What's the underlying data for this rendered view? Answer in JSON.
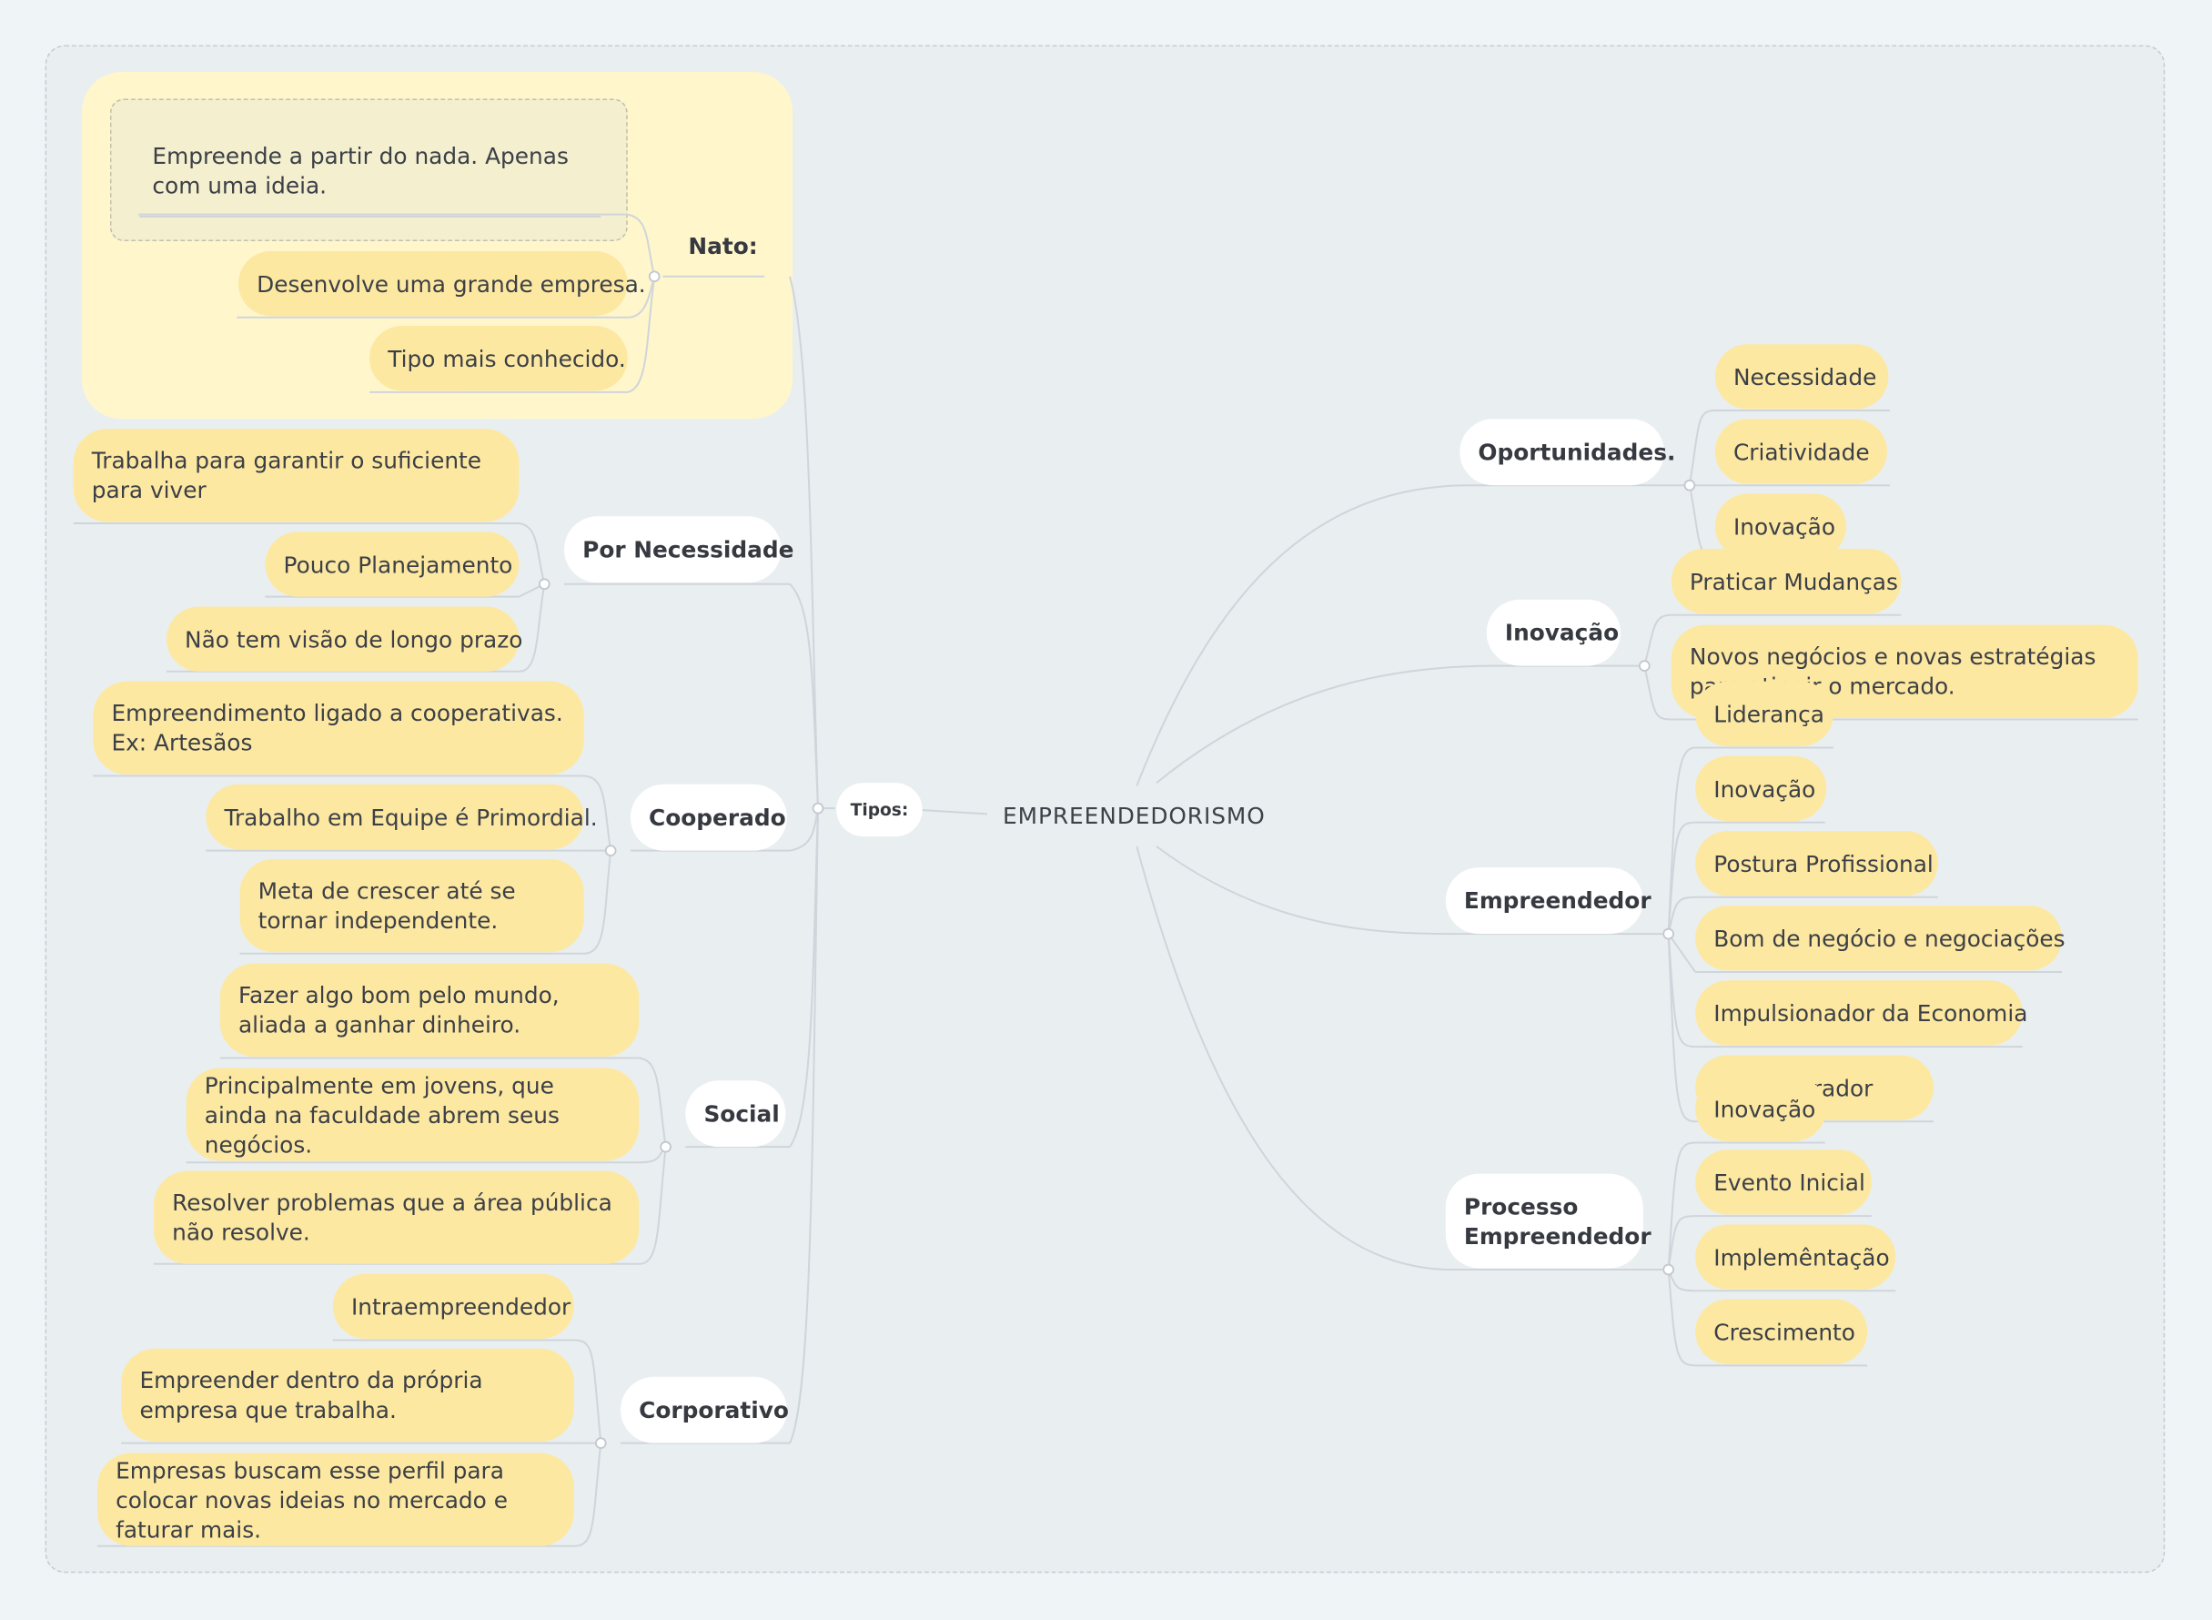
{
  "center": "EMPREENDEDORISMO",
  "tipos": "Tipos:",
  "left": {
    "nato": {
      "label": "Nato:",
      "items": [
        "Empreende a partir do nada. Apenas com uma ideia.",
        "Desenvolve uma grande empresa.",
        "Tipo mais conhecido."
      ]
    },
    "necessidade": {
      "label": "Por Necessidade",
      "items": [
        "Trabalha para garantir o suficiente para viver",
        "Pouco Planejamento",
        "Não tem visão de longo prazo"
      ]
    },
    "cooperado": {
      "label": "Cooperado",
      "items": [
        "Empreendimento ligado a cooperativas. Ex: Artesãos",
        "Trabalho em Equipe é Primordial.",
        "Meta de crescer até se tornar independente."
      ]
    },
    "social": {
      "label": "Social",
      "items": [
        "Fazer algo bom pelo mundo, aliada a ganhar dinheiro.",
        "Principalmente em jovens, que ainda na faculdade abrem seus negócios.",
        "Resolver problemas que a área pública não resolve."
      ]
    },
    "corporativo": {
      "label": "Corporativo",
      "items": [
        "Intraempreendedor",
        "Empreender dentro da própria empresa que trabalha.",
        "Empresas buscam esse perfil para colocar novas ideias no mercado e faturar mais."
      ]
    }
  },
  "right": {
    "oportunidades": {
      "label": "Oportunidades.",
      "items": [
        "Necessidade",
        "Criatividade",
        "Inovação"
      ]
    },
    "inovacao": {
      "label": "Inovação",
      "items": [
        "Praticar Mudanças",
        "Novos negócios e novas estratégias para atingir o mercado."
      ]
    },
    "empreendedor": {
      "label": "Empreendedor",
      "items": [
        "Liderança",
        "Inovação",
        "Postura Profissional",
        "Bom de negócio e negociações",
        "Impulsionador da Economia",
        "Administrador",
        "Inovação"
      ]
    },
    "processo": {
      "label": "Processo Empreendedor",
      "items": [
        "Evento Inicial",
        "Implemêntação",
        "Crescimento"
      ]
    }
  },
  "colors": {
    "background": "#eff4f7",
    "canvas": "#e9eef1",
    "leaf": "#fde8a2",
    "branch": "#ffffff",
    "nato_group": "#fff6cc",
    "line": "#cfd5da"
  }
}
